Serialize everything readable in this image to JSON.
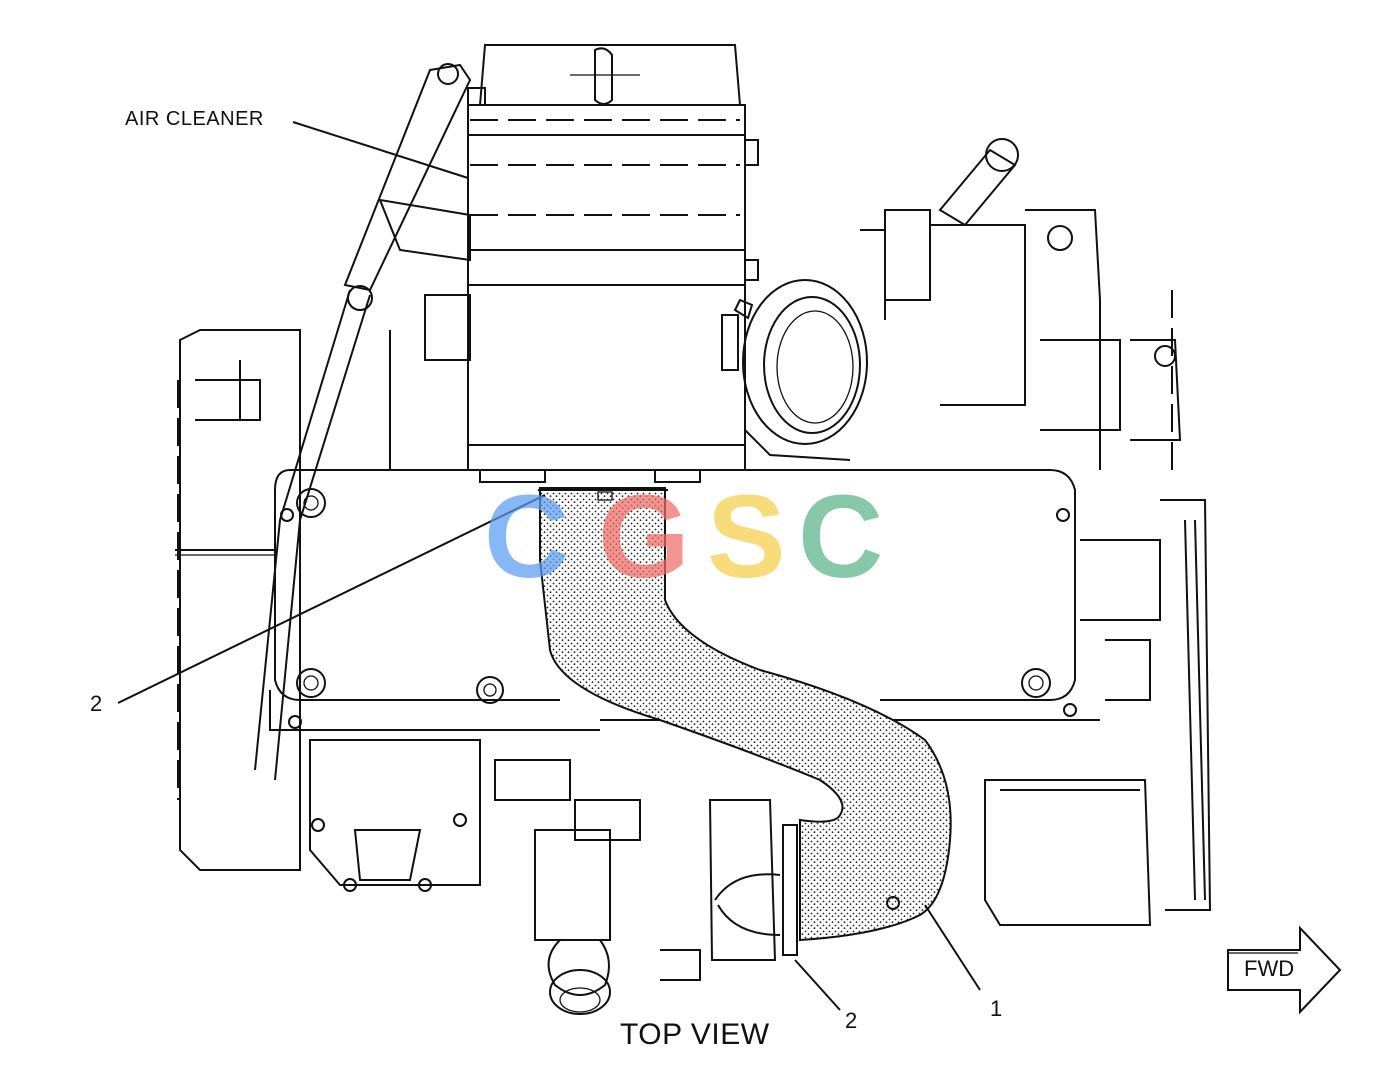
{
  "labels": {
    "air_cleaner": "AIR CLEANER",
    "callout_2_left": "2",
    "callout_2_bottom": "2",
    "callout_1": "1",
    "view_title": "TOP VIEW",
    "fwd": "FWD"
  },
  "watermark": {
    "letters": [
      "C",
      "G",
      "S",
      "C"
    ],
    "colors": [
      "#5b9cf2",
      "#ee6b66",
      "#f6cf4a",
      "#5bb38a"
    ]
  },
  "colors": {
    "line": "#111111",
    "hose_fill": "#bdbdbd",
    "background": "#ffffff"
  }
}
